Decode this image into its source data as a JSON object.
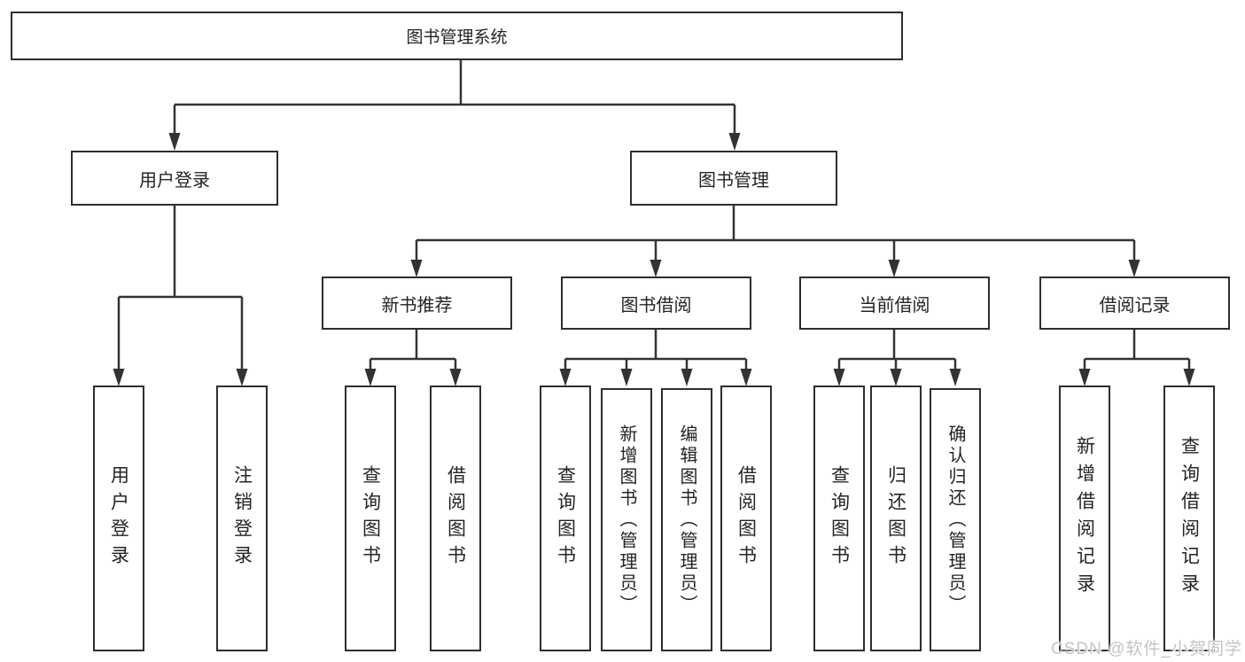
{
  "root": {
    "label": "图书管理系统"
  },
  "level1": [
    {
      "label": "用户登录"
    },
    {
      "label": "图书管理"
    }
  ],
  "level2": [
    {
      "label": "新书推荐"
    },
    {
      "label": "图书借阅"
    },
    {
      "label": "当前借阅"
    },
    {
      "label": "借阅记录"
    }
  ],
  "leaves": {
    "userLogin": [
      {
        "label": "用户登录"
      },
      {
        "label": "注销登录"
      }
    ],
    "newBooks": [
      {
        "label": "查询图书"
      },
      {
        "label": "借阅图书"
      }
    ],
    "bookBorrowing": [
      {
        "label": "查询图书"
      },
      {
        "label": "新增图书（管理员）"
      },
      {
        "label": "编辑图书（管理员）"
      },
      {
        "label": "借阅图书"
      }
    ],
    "currentBorrowing": [
      {
        "label": "查询图书"
      },
      {
        "label": "归还图书"
      },
      {
        "label": "确认归还（管理员）"
      }
    ],
    "borrowingRecords": [
      {
        "label": "新增借阅记录"
      },
      {
        "label": "查询借阅记录"
      }
    ]
  },
  "watermark": "CSDN @软件_小贺同学",
  "colors": {
    "line": "#333333",
    "box_border": "#2e2e2e",
    "text": "#242424",
    "watermark_text": "#c5c5c5",
    "background": "#ffffff"
  }
}
